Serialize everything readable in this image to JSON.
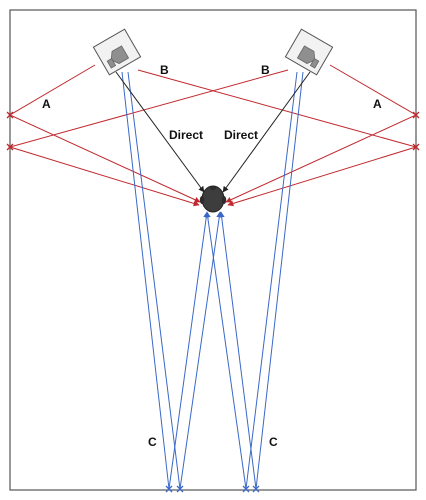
{
  "diagram": {
    "labels": {
      "path_a": "A",
      "path_b": "B",
      "path_c": "C",
      "direct": "Direct"
    },
    "colors": {
      "room_outline": "#555555",
      "reflection_side": "#c0282d",
      "reflection_floor": "#3a68c8",
      "direct_path": "#222222",
      "speaker_body": "#f2f2f2",
      "speaker_driver": "#8f8f8f",
      "head": "#3d3d3d"
    },
    "icons": [
      "speaker-icon",
      "listener-head-icon",
      "reflection-point-marker"
    ]
  }
}
